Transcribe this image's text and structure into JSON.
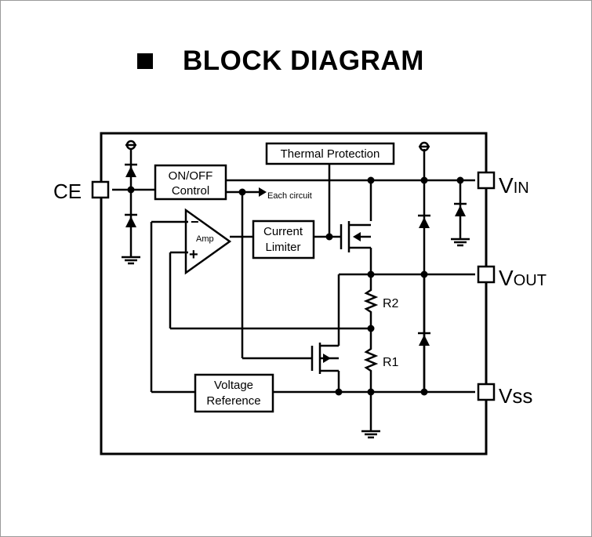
{
  "title": "BLOCK DIAGRAM",
  "blocks": {
    "on_off": [
      "ON/OFF",
      "Control"
    ],
    "thermal": "Thermal Protection",
    "amp": "Amp",
    "current_limiter": [
      "Current",
      "Limiter"
    ],
    "voltage_reference": [
      "Voltage",
      "Reference"
    ],
    "each_circuit": "Each circuit"
  },
  "pins": {
    "ce": "CE",
    "vin": {
      "main": "V",
      "sub": "IN"
    },
    "vout": {
      "main": "V",
      "sub": "OUT"
    },
    "vss": "Vss"
  },
  "resistors": {
    "r1": "R1",
    "r2": "R2"
  },
  "amp_signs": {
    "minus": "−",
    "plus": "+"
  }
}
